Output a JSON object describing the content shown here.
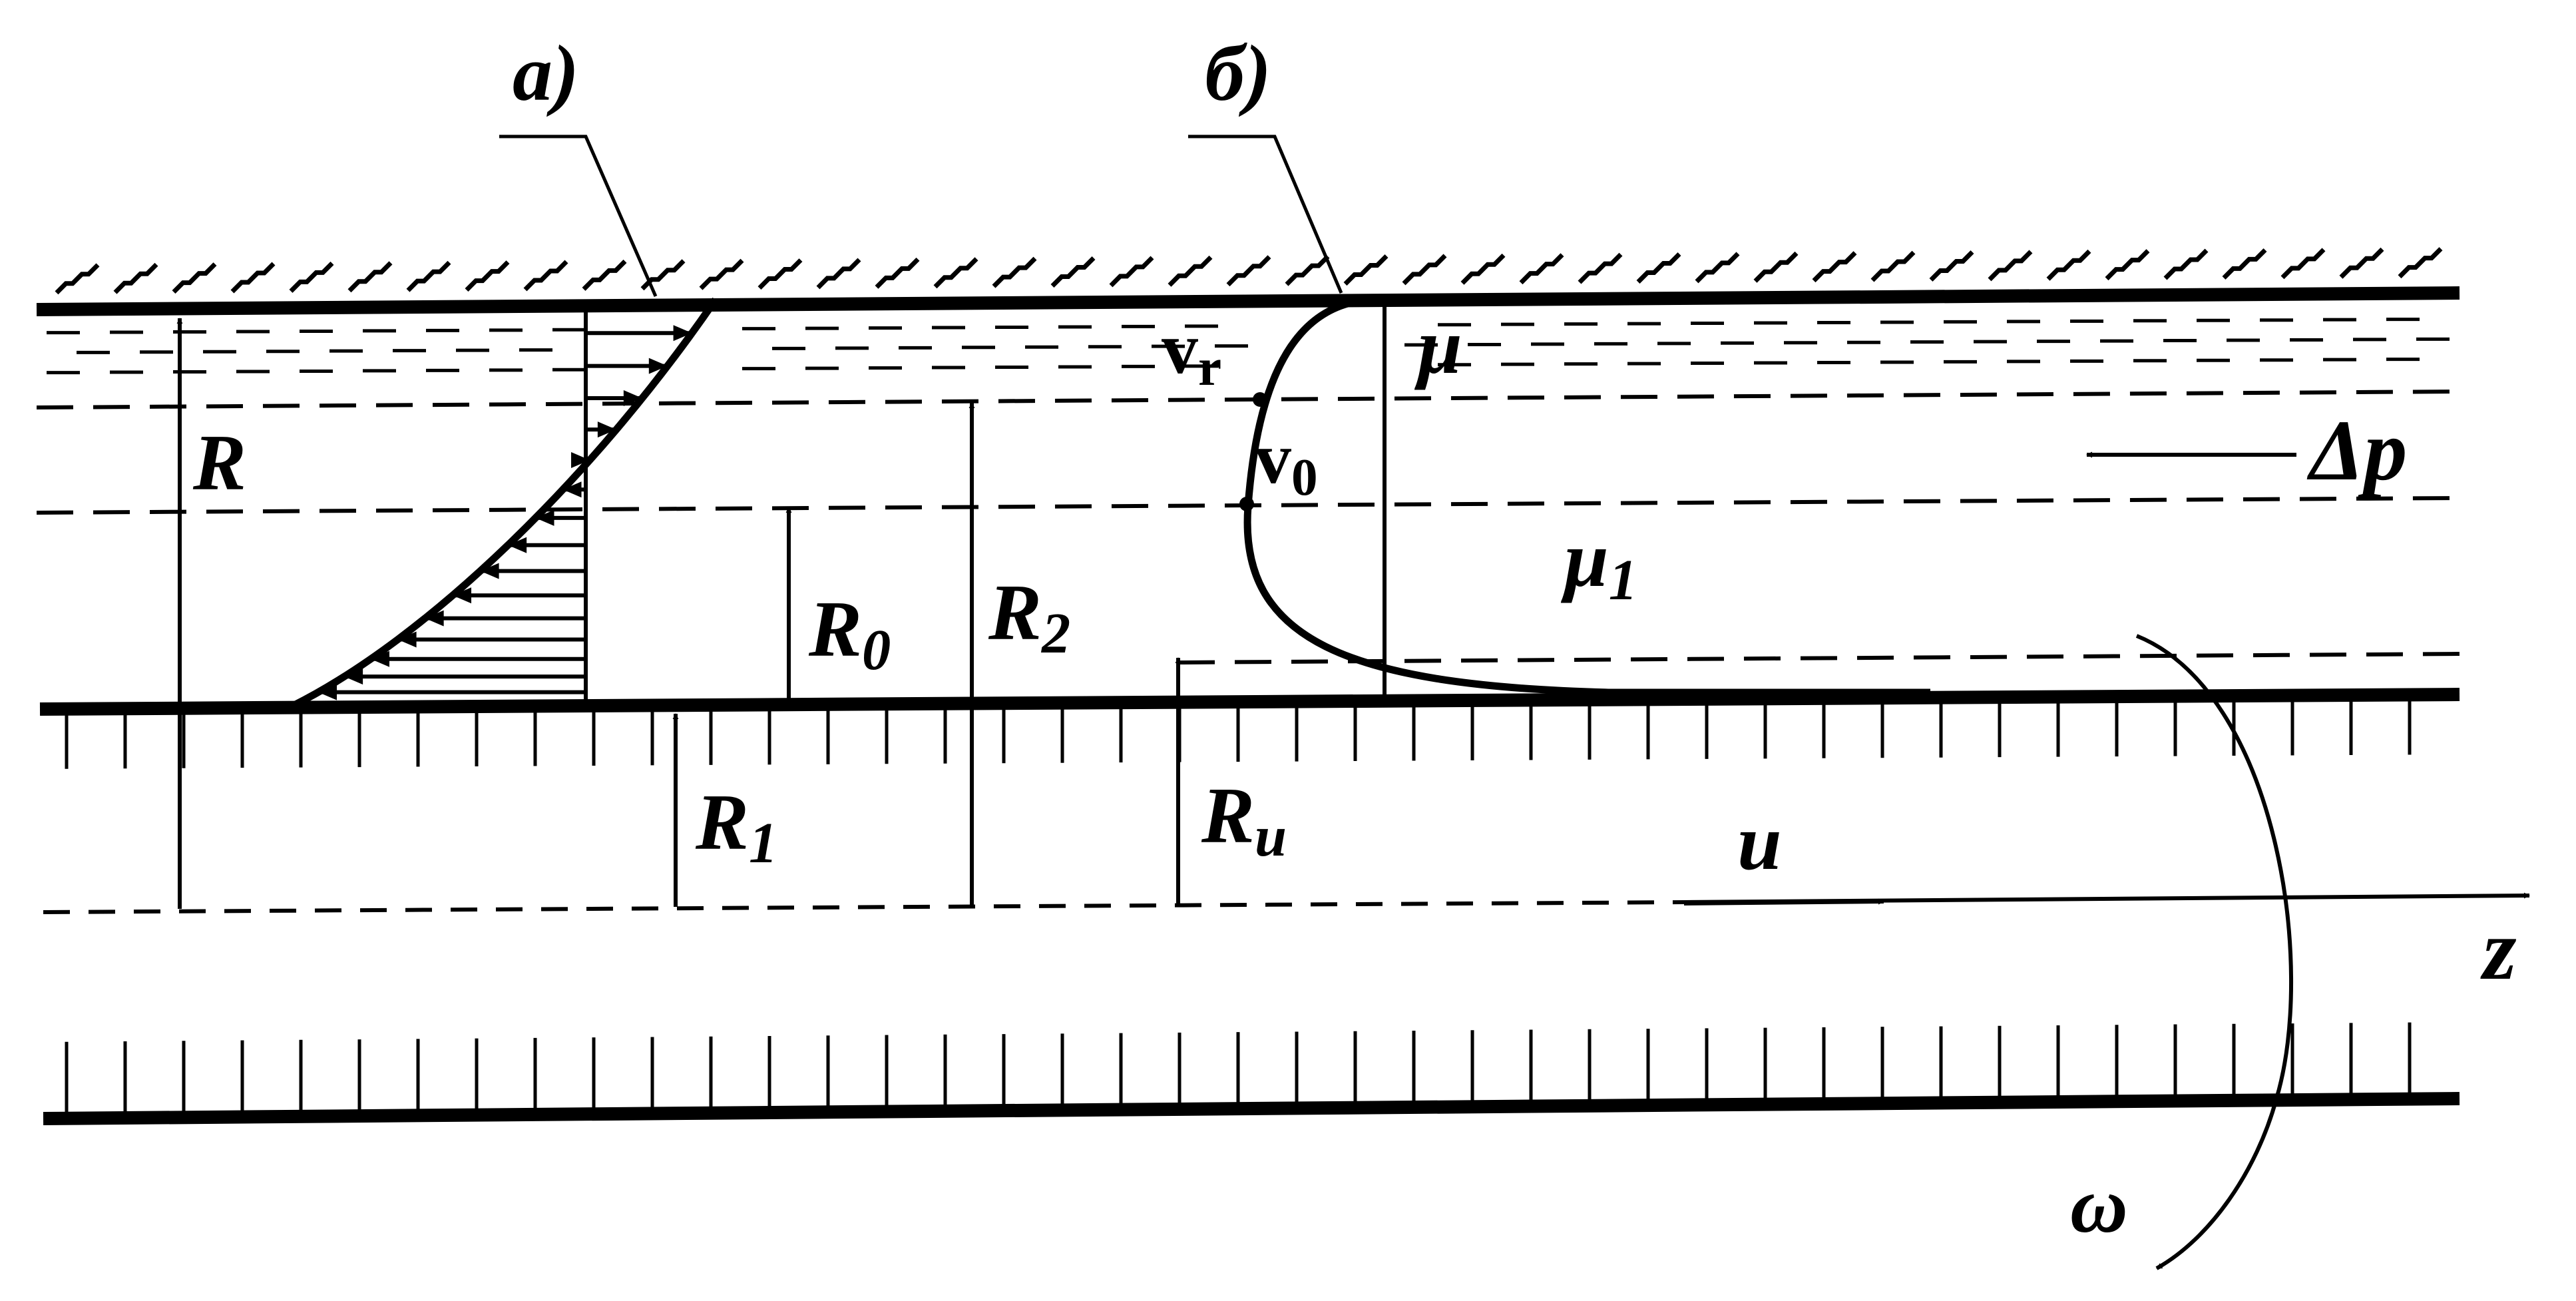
{
  "labels": {
    "profile_a": "а)",
    "profile_b": "б)",
    "R": "R",
    "R0_main": "R",
    "R0_sub": "0",
    "R1_main": "R",
    "R1_sub": "1",
    "R2_main": "R",
    "R2_sub": "2",
    "Ru_main": "R",
    "Ru_sub": "u",
    "vr_main": "v",
    "vr_sub": "r",
    "v0_main": "v",
    "v0_sub": "0",
    "mu": "μ",
    "mu1_main": "μ",
    "mu1_sub": "1",
    "delta_p": "Δp",
    "u": "u",
    "z": "z",
    "omega": "ω"
  }
}
